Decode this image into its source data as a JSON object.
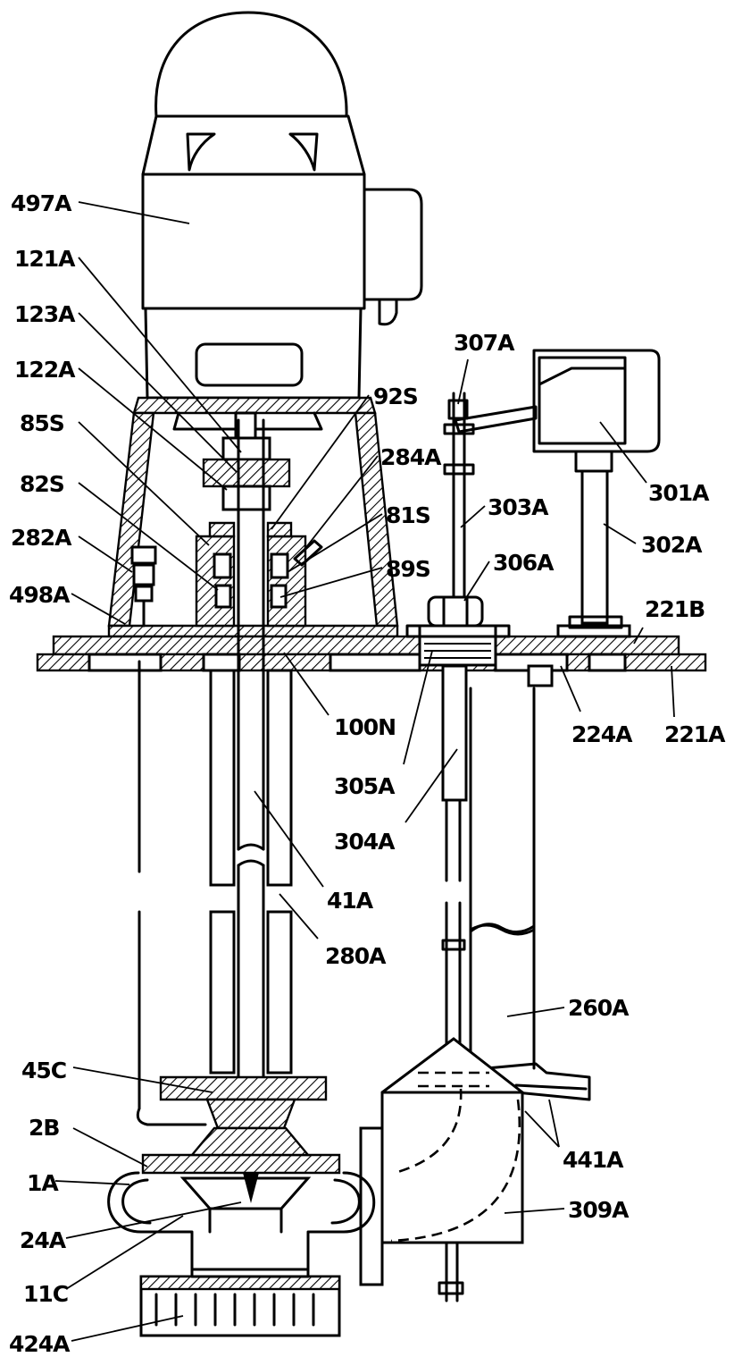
{
  "figure": {
    "labels": {
      "l497A": "497A",
      "l121A": "121A",
      "l123A": "123A",
      "l122A": "122A",
      "l85S": "85S",
      "l82S": "82S",
      "l282A": "282A",
      "l498A": "498A",
      "l307A": "307A",
      "l92S": "92S",
      "l284A": "284A",
      "l81S": "81S",
      "l89S": "89S",
      "l303A": "303A",
      "l306A": "306A",
      "l301A": "301A",
      "l302A": "302A",
      "l221B": "221B",
      "l100N": "100N",
      "l224A": "224A",
      "l221A": "221A",
      "l305A": "305A",
      "l304A": "304A",
      "l41A": "41A",
      "l280A": "280A",
      "l260A": "260A",
      "l45C": "45C",
      "l2B": "2B",
      "l441A": "441A",
      "l1A": "1A",
      "l309A": "309A",
      "l24A": "24A",
      "l11C": "11C",
      "l424A": "424A"
    }
  }
}
